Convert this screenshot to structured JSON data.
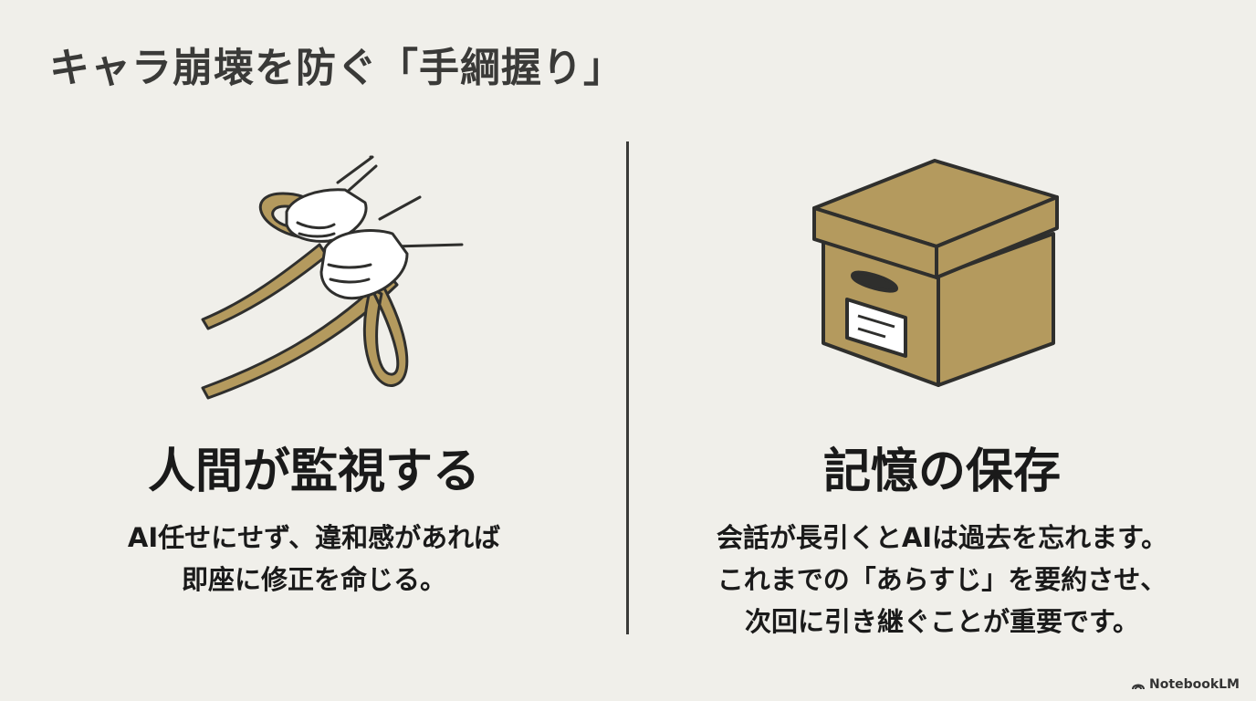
{
  "slide": {
    "title": "キャラ崩壊を防ぐ「手綱握り」"
  },
  "left": {
    "icon": "hands-holding-reins-icon",
    "heading": "人間が監視する",
    "body": [
      "AI任せにせず、違和感があれば",
      "即座に修正を命じる。"
    ]
  },
  "right": {
    "icon": "storage-box-icon",
    "heading": "記憶の保存",
    "body": [
      "会話が長引くとAIは過去を忘れます。",
      "これまでの「あらすじ」を要約させ、",
      "次回に引き継ぐことが重要です。"
    ]
  },
  "watermark": {
    "icon": "notebooklm-logo-icon",
    "text": "NotebookLM"
  },
  "colors": {
    "background": "#f0efea",
    "accent": "#b49a5e",
    "line": "#2f2f2d"
  }
}
